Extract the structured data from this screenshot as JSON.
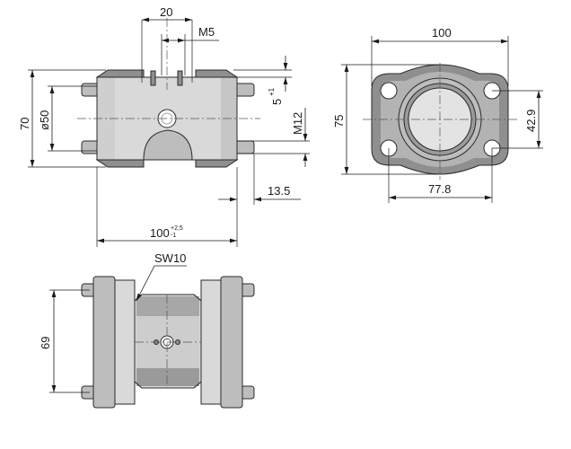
{
  "colors": {
    "metal_light": "#d9d9d9",
    "metal_mid": "#bdbdbd",
    "metal_dark": "#8f8f8f",
    "line": "#1a1a1a"
  },
  "front_view": {
    "dim_top_width": "20",
    "dim_thread_small": "M5",
    "dim_height": "70",
    "dim_bore": "ø50",
    "dim_offset": "5",
    "dim_offset_tol": "+1",
    "dim_thread_large": "M12",
    "dim_stud": "13.5",
    "dim_length": "100",
    "dim_length_tol_upper": "+2,5",
    "dim_length_tol_lower": "-1"
  },
  "side_view": {
    "dim_width": "100",
    "dim_height": "75",
    "dim_hole_vertical": "42.9",
    "dim_hole_horizontal": "77.8"
  },
  "top_view": {
    "dim_wrench": "SW10",
    "dim_stud_spacing": "69"
  }
}
